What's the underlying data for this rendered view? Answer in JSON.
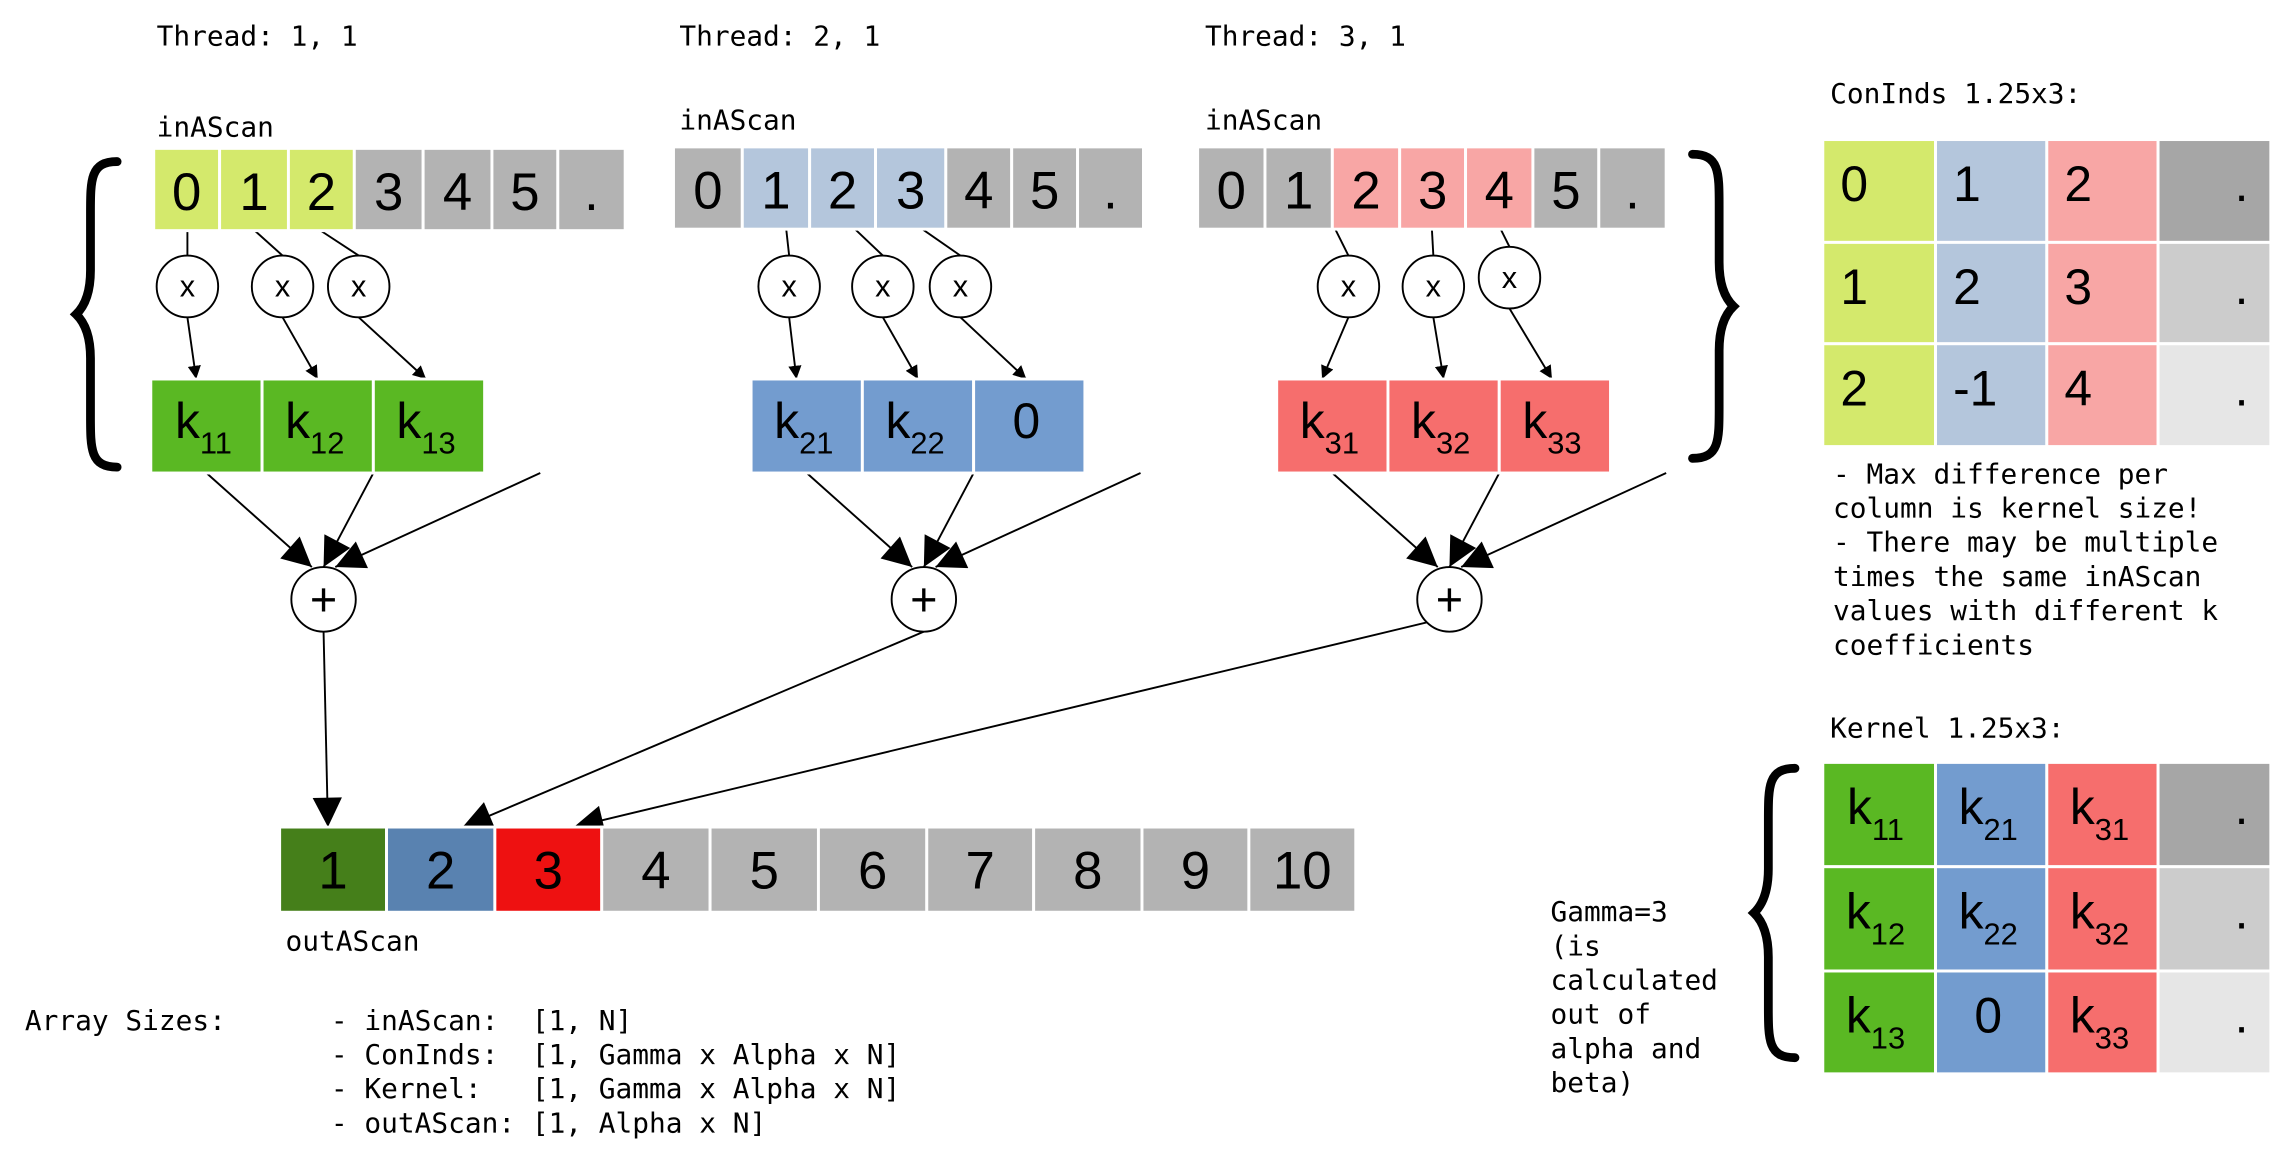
{
  "colors": {
    "green_light": "#d4e96c",
    "green": "#5ab823",
    "green_dark": "#457f1a",
    "blue_light": "#b4c6dc",
    "blue": "#739ccf",
    "blue_dark": "#5982b0",
    "red_light": "#f8a6a5",
    "red": "#f66e6d",
    "red_bright": "#ee1111",
    "gray": "#b3b3b3",
    "gray_mid": "#cccccc",
    "gray_light": "#e6e6e6",
    "gray_dark": "#a6a6a6"
  },
  "threads": [
    {
      "title": "Thread: 1, 1",
      "input_label": "inAScan",
      "cells": [
        "0",
        "1",
        "2",
        "3",
        "4",
        "5",
        "."
      ],
      "highlight": [
        0,
        1,
        2
      ],
      "multiply_symbol": "x",
      "kernels": [
        {
          "base": "k",
          "sub": "11"
        },
        {
          "base": "k",
          "sub": "12"
        },
        {
          "base": "k",
          "sub": "13"
        }
      ],
      "sum_symbol": "+"
    },
    {
      "title": "Thread: 2, 1",
      "input_label": "inAScan",
      "cells": [
        "0",
        "1",
        "2",
        "3",
        "4",
        "5",
        "."
      ],
      "highlight": [
        1,
        2,
        3
      ],
      "multiply_symbol": "x",
      "kernels": [
        {
          "base": "k",
          "sub": "21"
        },
        {
          "base": "k",
          "sub": "22"
        },
        {
          "base": "0",
          "sub": ""
        }
      ],
      "sum_symbol": "+"
    },
    {
      "title": "Thread: 3, 1",
      "input_label": "inAScan",
      "cells": [
        "0",
        "1",
        "2",
        "3",
        "4",
        "5",
        "."
      ],
      "highlight": [
        2,
        3,
        4
      ],
      "multiply_symbol": "x",
      "kernels": [
        {
          "base": "k",
          "sub": "31"
        },
        {
          "base": "k",
          "sub": "32"
        },
        {
          "base": "k",
          "sub": "33"
        }
      ],
      "sum_symbol": "+"
    }
  ],
  "output": {
    "label": "outAScan",
    "cells": [
      "1",
      "2",
      "3",
      "4",
      "5",
      "6",
      "7",
      "8",
      "9",
      "10"
    ]
  },
  "coninds": {
    "title": "ConInds 1.25x3:",
    "rows": [
      [
        "0",
        "1",
        "2",
        "."
      ],
      [
        "1",
        "2",
        "3",
        "."
      ],
      [
        "2",
        "-1",
        "4",
        "."
      ]
    ]
  },
  "notes": [
    "- Max difference per",
    "column is kernel size!",
    "- There may be multiple",
    "times the same inAScan",
    "values with different k",
    "coefficients"
  ],
  "kernel_table": {
    "title": "Kernel 1.25x3:",
    "rows": [
      [
        {
          "base": "k",
          "sub": "11"
        },
        {
          "base": "k",
          "sub": "21"
        },
        {
          "base": "k",
          "sub": "31"
        },
        {
          "base": ".",
          "sub": ""
        }
      ],
      [
        {
          "base": "k",
          "sub": "12"
        },
        {
          "base": "k",
          "sub": "22"
        },
        {
          "base": "k",
          "sub": "32"
        },
        {
          "base": ".",
          "sub": ""
        }
      ],
      [
        {
          "base": "k",
          "sub": "13"
        },
        {
          "base": "0",
          "sub": ""
        },
        {
          "base": "k",
          "sub": "33"
        },
        {
          "base": ".",
          "sub": ""
        }
      ]
    ]
  },
  "gamma_note": [
    "Gamma=3",
    "(is",
    "calculated",
    "out of",
    "alpha and",
    "beta)"
  ],
  "array_sizes": {
    "label": "Array Sizes:",
    "items": [
      "- inAScan:  [1, N]",
      "- ConInds:  [1, Gamma x Alpha x N]",
      "- Kernel:   [1, Gamma x Alpha x N]",
      "- outAScan: [1, Alpha x N]"
    ]
  }
}
